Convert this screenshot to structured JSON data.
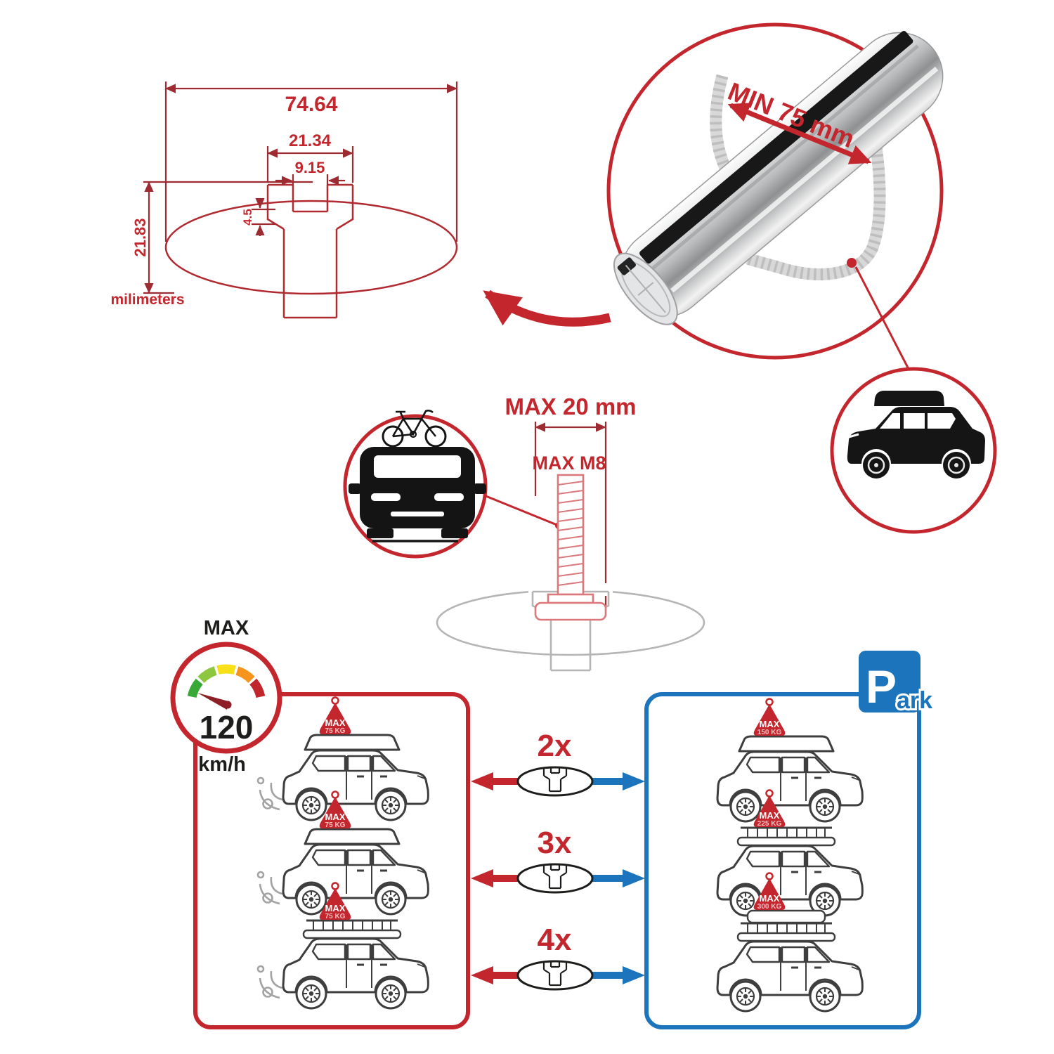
{
  "colors": {
    "accent_red": "#C4262D",
    "accent_blue": "#1C75BC",
    "dim_line_red": "#9E2B32",
    "car_outline_gray": "#3E3E3E",
    "ghost_gray": "#B5B5B5",
    "rubber_strip_black": "#181818",
    "gauge_segments": [
      "#39A935",
      "#8DC63F",
      "#F7E017",
      "#F7941D",
      "#C0272D"
    ]
  },
  "cross_section_diagram": {
    "width_total": "74.64",
    "slot_outer_width": "21.34",
    "slot_inner_width": "9.15",
    "lip_height": "4.5",
    "height_total": "21.83",
    "units_label": "milimeters"
  },
  "crossbar_detail": {
    "min_clamp_label": "MIN 75 mm"
  },
  "bolt_diagram": {
    "max_width_label": "MAX 20 mm",
    "max_bolt_label": "MAX M8"
  },
  "speed_badge": {
    "top_label": "MAX",
    "value": "120",
    "unit_label": "km/h"
  },
  "parking_sign": {
    "letter": "P",
    "suffix": "ark"
  },
  "driving_panel": {
    "cars": [
      {
        "tag_title": "MAX",
        "tag_value": "75 KG"
      },
      {
        "tag_title": "MAX",
        "tag_value": "75 KG"
      },
      {
        "tag_title": "MAX",
        "tag_value": "75 KG"
      }
    ]
  },
  "parking_panel": {
    "cars": [
      {
        "tag_title": "MAX",
        "tag_value": "150 KG"
      },
      {
        "tag_title": "MAX",
        "tag_value": "225 KG"
      },
      {
        "tag_title": "MAX",
        "tag_value": "300 KG"
      }
    ]
  },
  "bar_count_rows": [
    {
      "label": "2x"
    },
    {
      "label": "3x"
    },
    {
      "label": "4x"
    }
  ]
}
